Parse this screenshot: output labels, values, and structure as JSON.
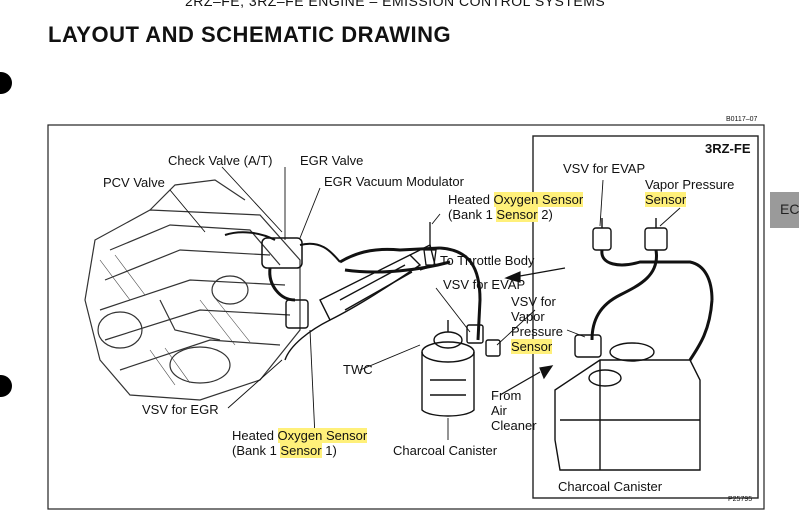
{
  "header": {
    "running": "2RZ–FE, 3RZ–FE ENGINE  –  EMISSION CONTROL SYSTEMS",
    "title": "LAYOUT AND SCHEMATIC DRAWING"
  },
  "side_tab": "EC",
  "figure": {
    "code_top": "B0117–07",
    "code_bottom": "P25795",
    "inset_title": "3RZ-FE",
    "labels": {
      "check_valve": "Check Valve (A/T)",
      "egr_valve": "EGR Valve",
      "pcv_valve": "PCV Valve",
      "egr_vac_mod": "EGR Vacuum Modulator",
      "hos2_a": "Heated ",
      "hos2_b": "Oxygen Sensor",
      "hos2_c": "(Bank 1 ",
      "hos2_d": "Sensor",
      "hos2_e": " 2)",
      "to_throttle": "To Throttle Body",
      "vsv_evap_main": "VSV for EVAP",
      "vsv_vp_1": "VSV for",
      "vsv_vp_2": "Vapor",
      "vsv_vp_3": "Pressure",
      "vsv_vp_4": "Sensor",
      "twc": "TWC",
      "from_air_1": "From",
      "from_air_2": "Air",
      "from_air_3": "Cleaner",
      "vsv_egr": "VSV for EGR",
      "hos1_a": "Heated ",
      "hos1_b": "Oxygen Sensor",
      "hos1_c": "(Bank 1 ",
      "hos1_d": "Sensor",
      "hos1_e": " 1)",
      "charcoal_main": "Charcoal Canister",
      "vsv_evap_inset": "VSV for EVAP",
      "vps_1": "Vapor Pressure",
      "vps_2": "Sensor",
      "charcoal_inset": "Charcoal Canister"
    }
  }
}
